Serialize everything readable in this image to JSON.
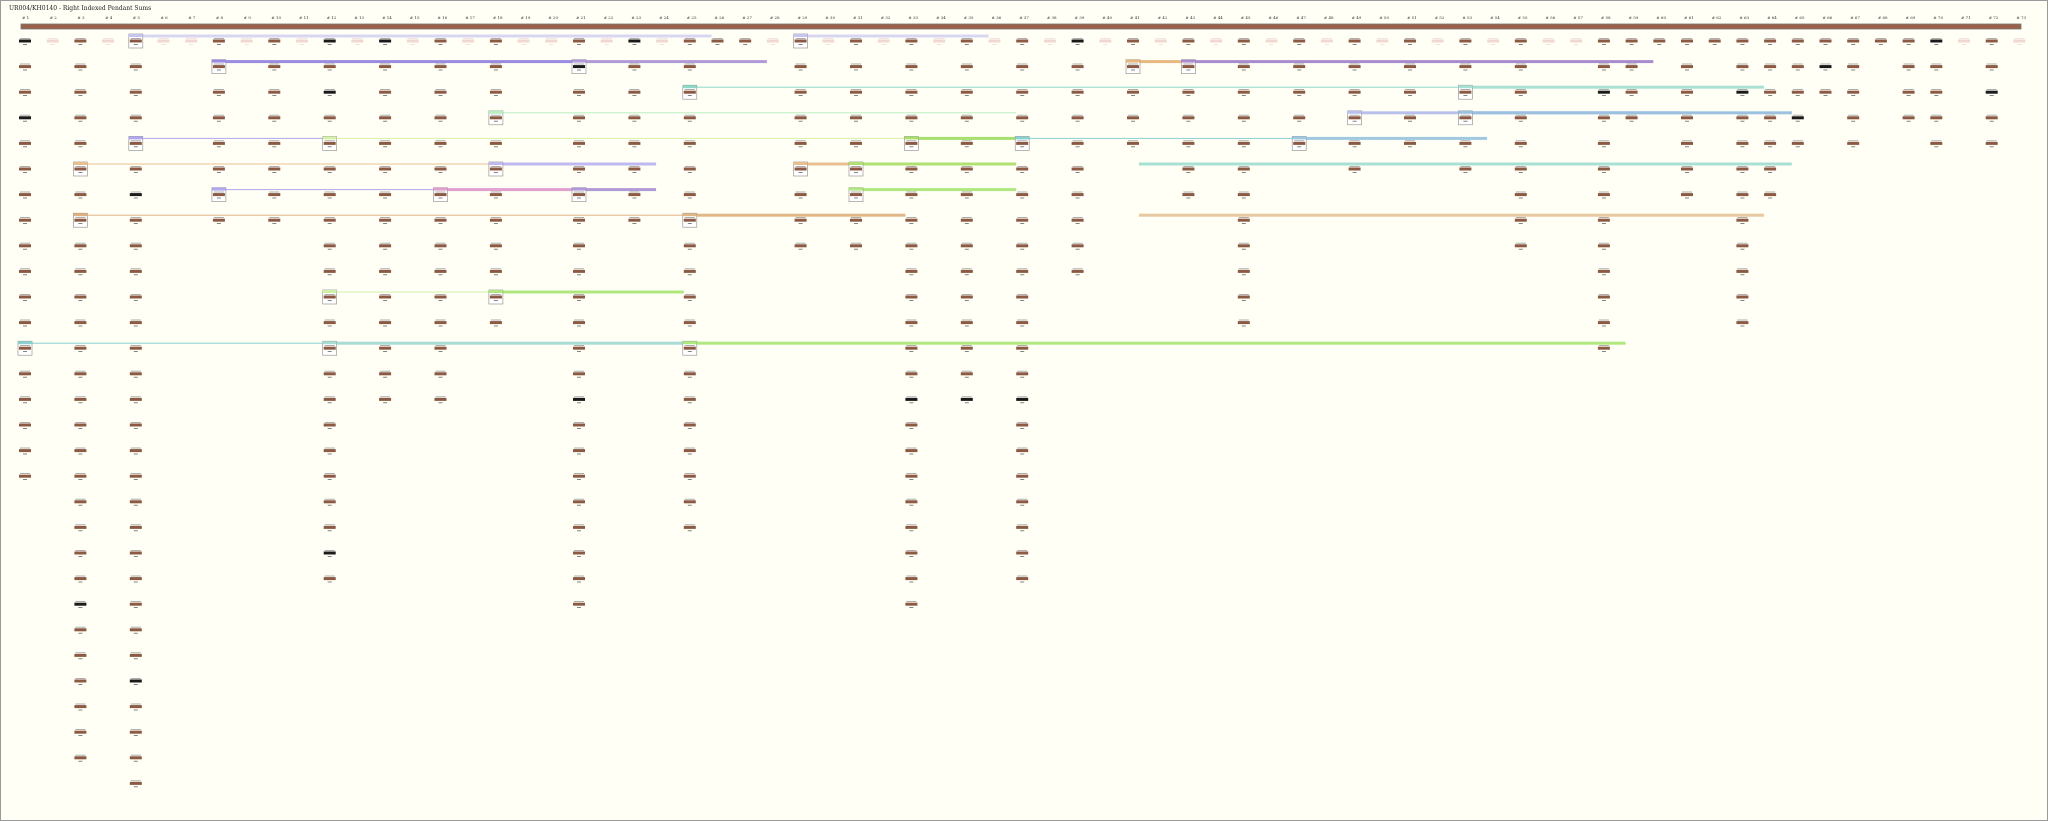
{
  "title": "UR004/KH0140 - Right Indexed Pendant Sums",
  "column_count": 73,
  "column_label_prefix": "# ",
  "cell_counts": [
    18,
    0,
    29,
    0,
    30,
    0,
    0,
    8,
    0,
    8,
    0,
    22,
    0,
    15,
    0,
    15,
    0,
    12,
    0,
    0,
    23,
    0,
    8,
    0,
    20,
    1,
    1,
    0,
    9,
    0,
    9,
    0,
    23,
    0,
    15,
    0,
    22,
    0,
    10,
    0,
    5,
    0,
    7,
    0,
    12,
    0,
    5,
    0,
    6,
    0,
    5,
    0,
    6,
    0,
    9,
    0,
    0,
    13,
    4,
    1,
    7,
    1,
    12,
    7,
    5,
    3,
    5,
    1,
    4,
    5,
    0,
    5,
    0
  ],
  "ghost_columns": [
    2,
    4,
    6,
    7,
    9,
    11,
    13,
    15,
    17,
    19,
    20,
    22,
    24,
    28,
    30,
    32,
    34,
    36,
    38,
    40,
    42,
    44,
    46,
    48,
    50,
    52,
    54,
    56,
    57,
    71,
    73
  ],
  "dark_cells": [
    [
      1,
      1
    ],
    [
      12,
      1
    ],
    [
      14,
      1
    ],
    [
      23,
      1
    ],
    [
      39,
      1
    ],
    [
      1,
      4
    ],
    [
      5,
      7
    ],
    [
      12,
      3
    ],
    [
      21,
      2
    ],
    [
      21,
      15
    ],
    [
      33,
      15
    ],
    [
      37,
      15
    ],
    [
      35,
      15
    ],
    [
      3,
      23
    ],
    [
      5,
      26
    ],
    [
      12,
      21
    ],
    [
      58,
      3
    ],
    [
      63,
      3
    ],
    [
      65,
      4
    ],
    [
      66,
      2
    ],
    [
      70,
      1
    ],
    [
      72,
      3
    ]
  ],
  "links": [
    {
      "row": 1,
      "from": 5,
      "to": 26,
      "color": "#c8c4f0",
      "dashed": true
    },
    {
      "row": 1,
      "from": 29,
      "to": 36,
      "color": "#c8c4f0",
      "dashed": true
    },
    {
      "row": 2,
      "from": 8,
      "to": 21,
      "color": "#9a8ce0"
    },
    {
      "row": 2,
      "from": 21,
      "to": 28,
      "color": "#b09ad8"
    },
    {
      "row": 2,
      "from": 41,
      "to": 43,
      "color": "#e8b880"
    },
    {
      "row": 2,
      "from": 43,
      "to": 60,
      "color": "#a98cd0"
    },
    {
      "row": 3,
      "from": 25,
      "to": 53,
      "color": "#8fd8c8",
      "thin": true
    },
    {
      "row": 3,
      "from": 53,
      "to": 64,
      "color": "#a8e0d4"
    },
    {
      "row": 4,
      "from": 18,
      "to": 37,
      "color": "#b8eec0",
      "thin": true
    },
    {
      "row": 4,
      "from": 49,
      "to": 61,
      "color": "#b8c0ee"
    },
    {
      "row": 4,
      "from": 53,
      "to": 65,
      "color": "#9cc0e0"
    },
    {
      "row": 5,
      "from": 5,
      "to": 12,
      "color": "#b0a8ee",
      "thin": true
    },
    {
      "row": 5,
      "from": 12,
      "to": 33,
      "color": "#d8f0a8",
      "thin": true
    },
    {
      "row": 5,
      "from": 33,
      "to": 37,
      "color": "#a8e070"
    },
    {
      "row": 5,
      "from": 37,
      "to": 47,
      "color": "#8cd0d0",
      "thin": true
    },
    {
      "row": 5,
      "from": 47,
      "to": 54,
      "color": "#a0c8e0"
    },
    {
      "row": 6,
      "from": 3,
      "to": 18,
      "color": "#e8c090",
      "thin": true
    },
    {
      "row": 6,
      "from": 18,
      "to": 24,
      "color": "#c0b8f0"
    },
    {
      "row": 6,
      "from": 29,
      "to": 31,
      "color": "#e8c090"
    },
    {
      "row": 6,
      "from": 31,
      "to": 37,
      "color": "#b0e070"
    },
    {
      "row": 6,
      "from": 41,
      "to": 65,
      "color": "#a8e0d4"
    },
    {
      "row": 7,
      "from": 8,
      "to": 16,
      "color": "#b0a8ee",
      "thin": true
    },
    {
      "row": 7,
      "from": 16,
      "to": 21,
      "color": "#e0a0d0"
    },
    {
      "row": 7,
      "from": 21,
      "to": 24,
      "color": "#b09ad8"
    },
    {
      "row": 7,
      "from": 31,
      "to": 37,
      "color": "#b0e880"
    },
    {
      "row": 8,
      "from": 3,
      "to": 25,
      "color": "#e0b080",
      "thin": true
    },
    {
      "row": 8,
      "from": 25,
      "to": 33,
      "color": "#e0b888"
    },
    {
      "row": 8,
      "from": 41,
      "to": 64,
      "color": "#e8c8a0"
    },
    {
      "row": 11,
      "from": 12,
      "to": 18,
      "color": "#d0f0a8",
      "thin": true
    },
    {
      "row": 11,
      "from": 18,
      "to": 25,
      "color": "#b0e880"
    },
    {
      "row": 13,
      "from": 1,
      "to": 12,
      "color": "#8cd0d0",
      "thin": true
    },
    {
      "row": 13,
      "from": 12,
      "to": 25,
      "color": "#a8dcd4"
    },
    {
      "row": 13,
      "from": 25,
      "to": 59,
      "color": "#b0e880"
    }
  ],
  "colors": {
    "bar": "#8c5a44",
    "dark": "#1a1a1a",
    "ghost": "#f0d8d0",
    "top_bar": "#9a6048"
  }
}
